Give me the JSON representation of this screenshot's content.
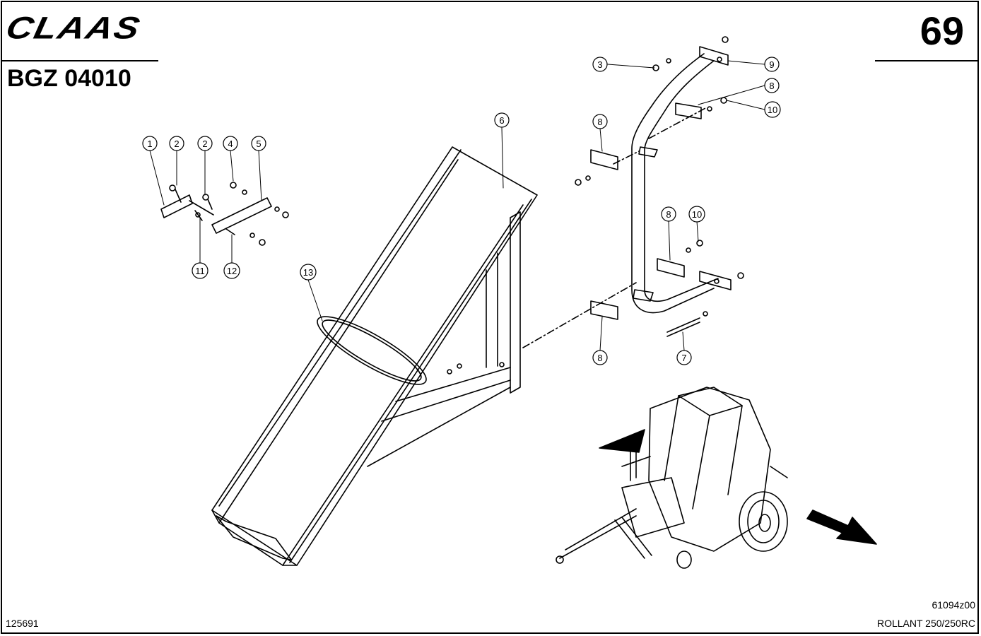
{
  "header": {
    "brand": "CLAAS",
    "page_number": "69",
    "group_code": "BGZ 04010"
  },
  "footer": {
    "drawing_ref": "61094z00",
    "doc_number": "125691",
    "model_name": "ROLLANT 250/250RC"
  },
  "callouts": [
    {
      "label": "1"
    },
    {
      "label": "2"
    },
    {
      "label": "2"
    },
    {
      "label": "4"
    },
    {
      "label": "5"
    },
    {
      "label": "11"
    },
    {
      "label": "12"
    },
    {
      "label": "13"
    },
    {
      "label": "6"
    },
    {
      "label": "3"
    },
    {
      "label": "9"
    },
    {
      "label": "8"
    },
    {
      "label": "10"
    },
    {
      "label": "8"
    },
    {
      "label": "8"
    },
    {
      "label": "10"
    },
    {
      "label": "8"
    },
    {
      "label": "7"
    }
  ]
}
